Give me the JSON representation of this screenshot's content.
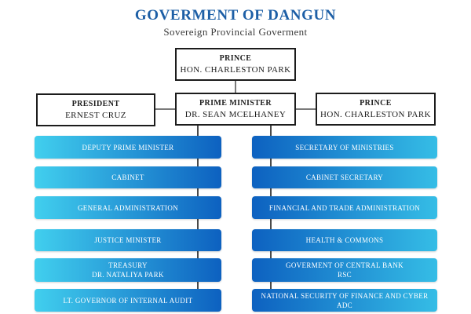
{
  "header": {
    "title": "GOVERMENT OF DANGUN",
    "subtitle": "Sovereign Provincial Goverment"
  },
  "colors": {
    "title_blue": "#1d5fa6",
    "box_border": "#1c1c1c",
    "bar_cyan": "#41cfee",
    "bar_blue": "#0d61c0",
    "bar_text": "#ffffff",
    "connector": "#4a4a4a"
  },
  "org": {
    "top": {
      "title": "PRINCE",
      "name": "HON. CHARLESTON PARK"
    },
    "row2": [
      {
        "title": "PRESIDENT",
        "name": "ERNEST CRUZ"
      },
      {
        "title": "PRIME MINISTER",
        "name": "DR. SEAN MCELHANEY"
      },
      {
        "title": "PRINCE",
        "name": "HON. CHARLESTON PARK"
      }
    ],
    "left_column": [
      {
        "line1": "DEPUTY PRIME MINISTER"
      },
      {
        "line1": "CABINET"
      },
      {
        "line1": "GENERAL ADMINISTRATION"
      },
      {
        "line1": "JUSTICE MINISTER"
      },
      {
        "line1": "TREASURY",
        "line2": "DR. NATALIYA PARK"
      },
      {
        "line1": "LT. GOVERNOR OF INTERNAL AUDIT"
      }
    ],
    "right_column": [
      {
        "line1": "SECRETARY OF MINISTRIES"
      },
      {
        "line1": "CABINET SECRETARY"
      },
      {
        "line1": "FINANCIAL AND TRADE ADMINISTRATION"
      },
      {
        "line1": "HEALTH & COMMONS"
      },
      {
        "line1": "GOVERMENT OF CENTRAL BANK",
        "line2": "RSC"
      },
      {
        "line1": "NATIONAL SECURITY OF FINANCE AND CYBER",
        "line2": "ADC"
      }
    ]
  }
}
